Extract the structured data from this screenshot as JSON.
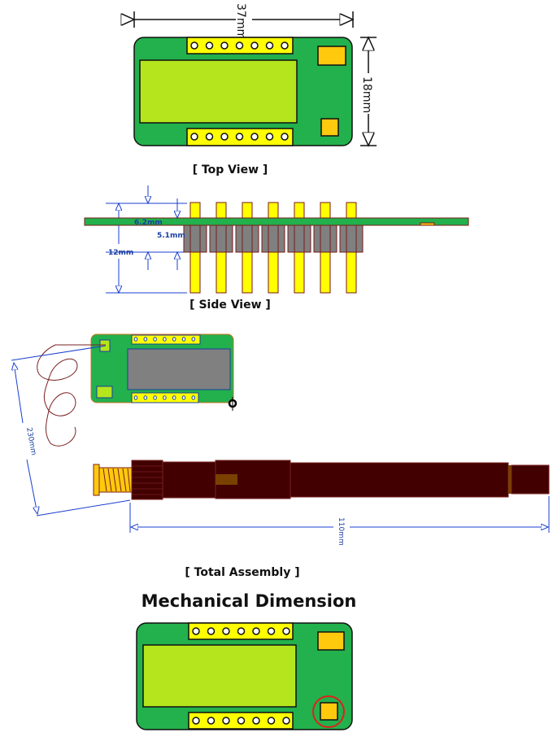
{
  "colors": {
    "pcb": "#22b14c",
    "module": "#b5e61d",
    "header": "#ffff00",
    "pad": "#ffc90e",
    "shield": "#808080",
    "antenna": "#420000",
    "dimension_blue": "#1a3fd0",
    "highlight": "#e0201a"
  },
  "top_view": {
    "width_label": "37mm",
    "height_label": "18mm",
    "caption": "[ Top View ]"
  },
  "side_view": {
    "dim_pcb": "6.2mm",
    "dim_shield": "5.1mm",
    "dim_total": "12mm",
    "caption": "[ Side View ]"
  },
  "assembly": {
    "cable_label": "230mm",
    "antenna_label": "110mm",
    "caption": "[ Total Assembly ]"
  },
  "title": "Mechanical Dimension"
}
